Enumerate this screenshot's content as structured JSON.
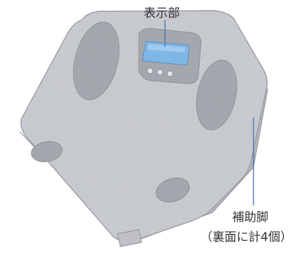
{
  "annotations": {
    "display": "表示部",
    "foot": "補助脚",
    "foot_note": "（裏面に計4個）"
  },
  "colors": {
    "body": "#c9cbd0",
    "body_edge": "#a4a7ad",
    "body_shadow": "#8e9197",
    "side": "#b3b6bb",
    "pad": "#a9acb2",
    "panel": "#b6b8bd",
    "lcd": "#7eb6e6",
    "leader": "#4a6fb3"
  }
}
